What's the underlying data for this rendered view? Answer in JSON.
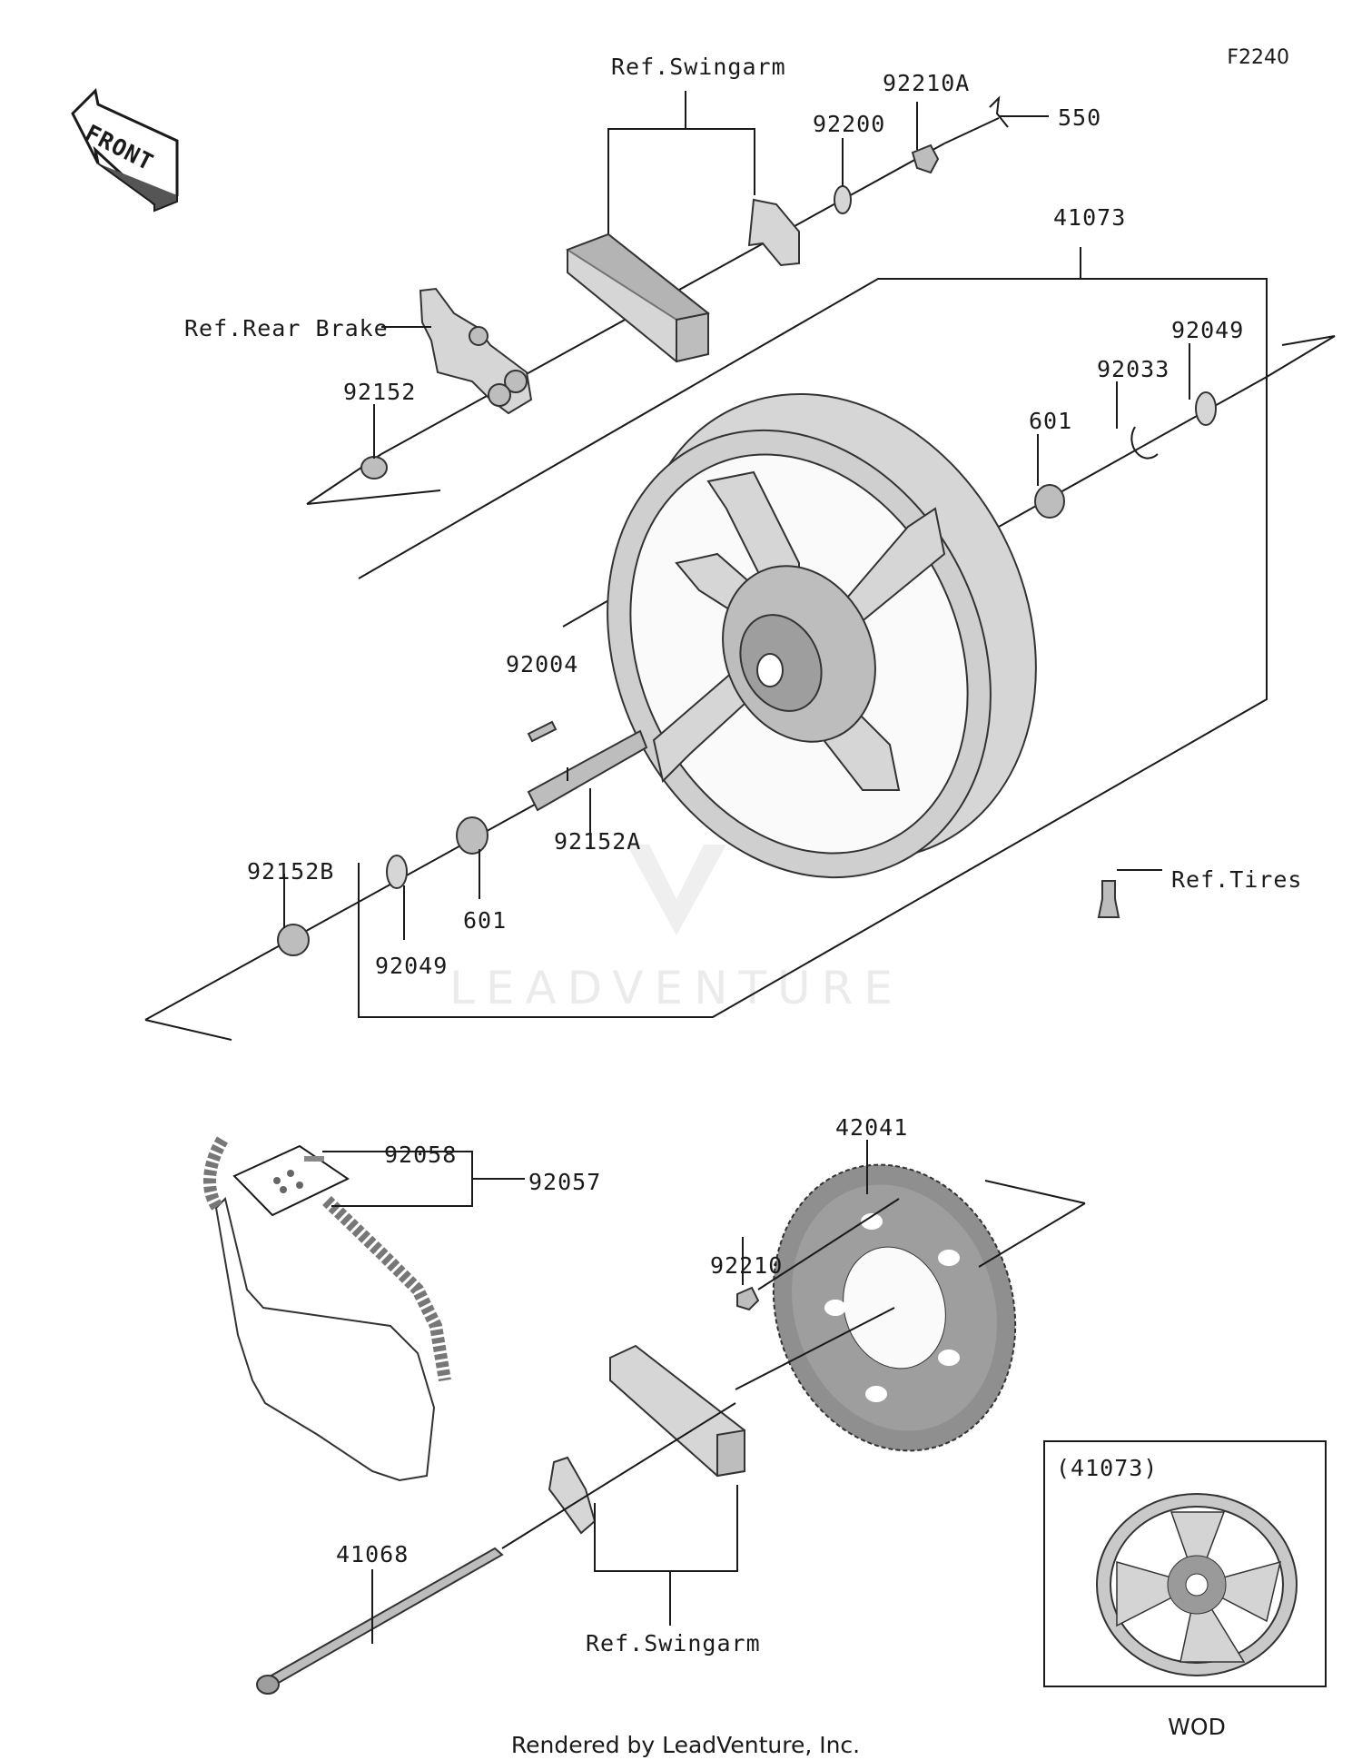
{
  "diagram_code": "F2240",
  "front_label": "FRONT",
  "refs": {
    "swingarm_top": "Ref.Swingarm",
    "rear_brake": "Ref.Rear Brake",
    "tires": "Ref.Tires",
    "swingarm_bottom": "Ref.Swingarm"
  },
  "parts": {
    "p92210A": "92210A",
    "p550": "550",
    "p92200": "92200",
    "p41073": "41073",
    "p92049_top": "92049",
    "p92033": "92033",
    "p601_top": "601",
    "p92152": "92152",
    "p92004": "92004",
    "p92152A": "92152A",
    "p92152B": "92152B",
    "p92049_bottom": "92049",
    "p601_bottom": "601",
    "p92058": "92058",
    "p92057": "92057",
    "p42041": "42041",
    "p92210": "92210",
    "p41068": "41068"
  },
  "inset": {
    "title": "(41073)",
    "caption": "WOD"
  },
  "watermark": "LEADVENTURE",
  "footer": "Rendered by LeadVenture, Inc."
}
